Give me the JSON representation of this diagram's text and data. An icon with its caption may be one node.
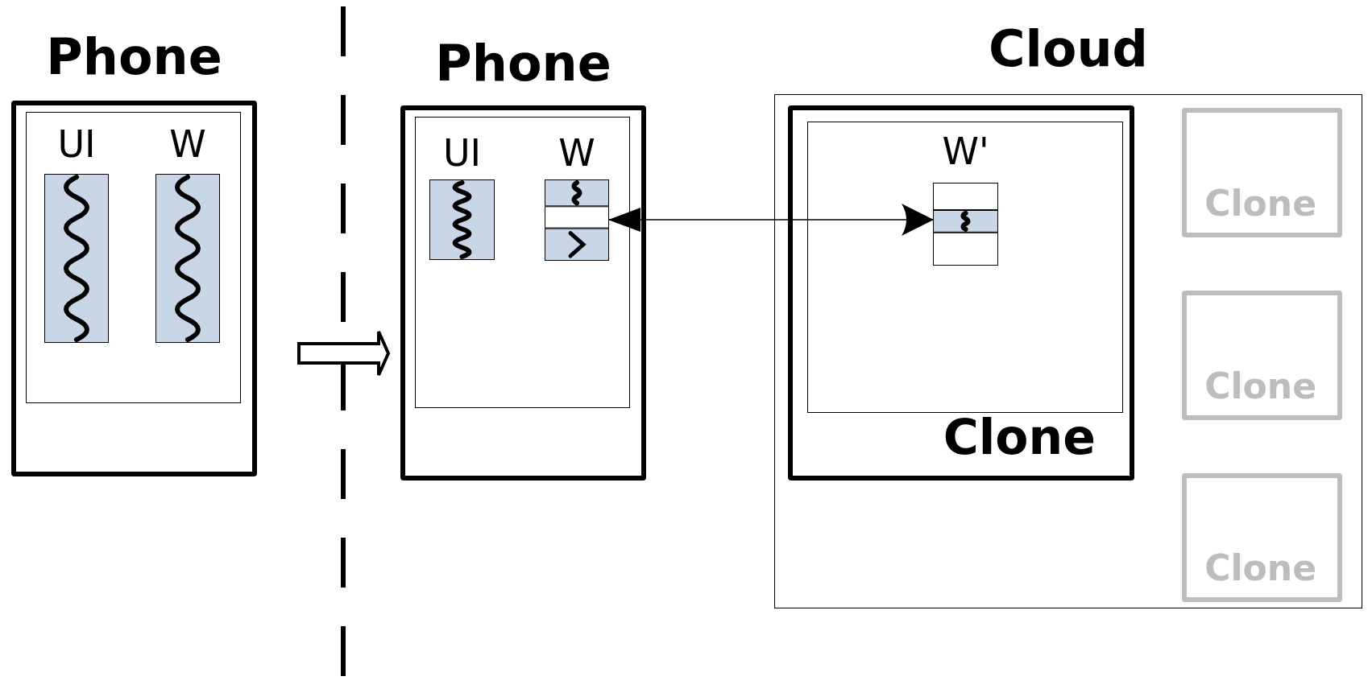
{
  "diagram": {
    "nodes": [
      {
        "text": [
          "Phone"
        ]
      },
      {
        "text": [],
        "shape": "box",
        "in": 0
      },
      {
        "text": [
          "UI"
        ],
        "in": 1
      },
      {
        "text": [
          "W"
        ],
        "in": 1
      },
      {
        "text": [
          "Phone"
        ]
      },
      {
        "text": [],
        "shape": "box",
        "in": 4
      },
      {
        "text": [
          "UI"
        ],
        "in": 5
      },
      {
        "text": [
          "W"
        ],
        "in": 5
      },
      {
        "text": [
          "Cloud"
        ]
      },
      {
        "text": [
          "Clone"
        ],
        "in": 8
      },
      {
        "text": [],
        "shape": "box",
        "in": 9
      },
      {
        "text": [
          "W'"
        ],
        "in": 10
      },
      {
        "text": [
          "Clone"
        ],
        "in": 8
      },
      {
        "text": [
          "Clone"
        ],
        "in": 8
      },
      {
        "text": [
          "Clone"
        ],
        "in": 8
      }
    ],
    "edges": [
      {
        "from": 0,
        "to": 4,
        "arrow": "to",
        "style": "thick"
      },
      {
        "from": 7,
        "to": 11,
        "arrow": "both"
      }
    ]
  }
}
